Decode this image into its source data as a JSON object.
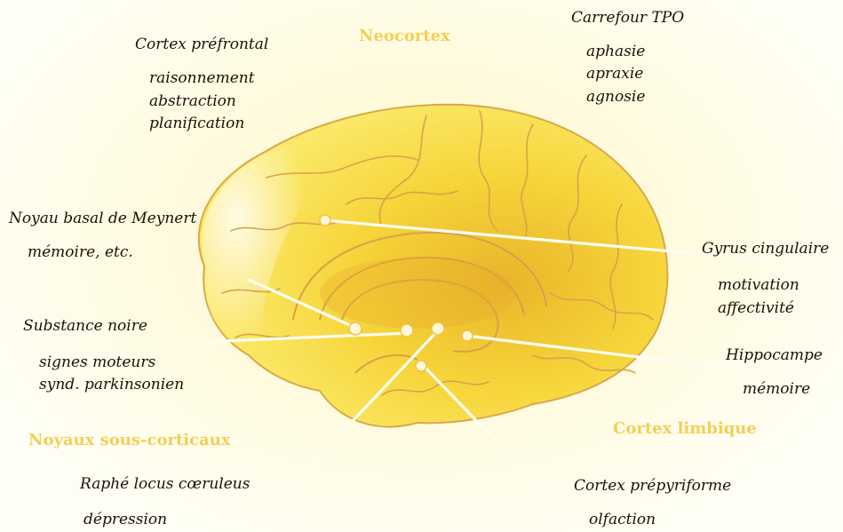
{
  "regions": {
    "neocortex": "Neocortex",
    "subcortical": "Noyaux sous-corticaux",
    "limbic": "Cortex limbique"
  },
  "labels": {
    "prefrontal": {
      "title": "Cortex préfrontal",
      "lines": [
        "raisonnement",
        "abstraction",
        "planification"
      ]
    },
    "tpo": {
      "title": "Carrefour TPO",
      "lines": [
        "aphasie",
        "apraxie",
        "agnosie"
      ]
    },
    "meynert": {
      "title": "Noyau basal de Meynert",
      "lines": [
        "mémoire, etc."
      ]
    },
    "cingulate": {
      "title": "Gyrus cingulaire",
      "lines": [
        "motivation",
        "affectivité"
      ]
    },
    "substantia": {
      "title": "Substance noire",
      "lines": [
        "signes moteurs",
        "synd. parkinsonien"
      ]
    },
    "hippocampus": {
      "title": "Hippocampe",
      "lines": [
        "mémoire"
      ]
    },
    "raphe": {
      "title": "Raphé locus cœruleus",
      "lines": [
        "dépression"
      ]
    },
    "prepiriform": {
      "title": "Cortex prépyriforme",
      "lines": [
        "olfaction"
      ]
    }
  },
  "colors": {
    "brain_fill": "#f8df3a",
    "brain_outline": "#d7a94a",
    "region_text": "#f3cf55"
  }
}
